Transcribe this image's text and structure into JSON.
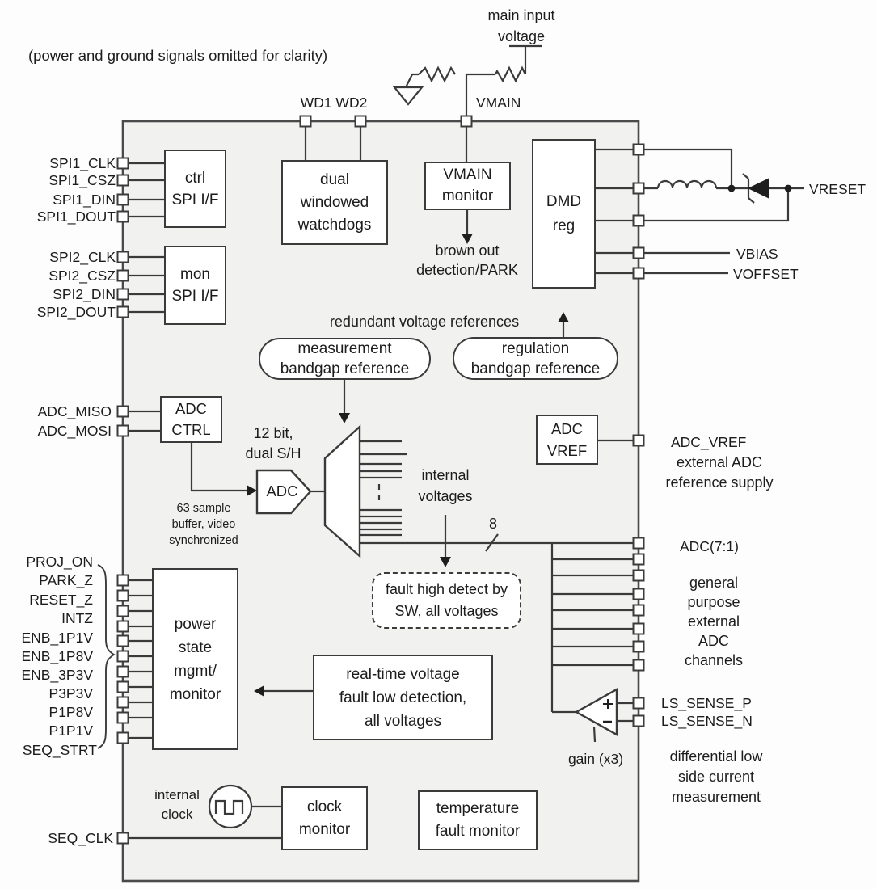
{
  "note": "(power and ground signals omitted for clarity)",
  "top": {
    "main_input_voltage": [
      "main input",
      "voltage"
    ],
    "wd_pins": "WD1 WD2",
    "vmain_pin": "VMAIN"
  },
  "pins": {
    "spi1": [
      "SPI1_CLK",
      "SPI1_CSZ",
      "SPI1_DIN",
      "SPI1_DOUT"
    ],
    "spi2": [
      "SPI2_CLK",
      "SPI2_CSZ",
      "SPI2_DIN",
      "SPI2_DOUT"
    ],
    "adc": [
      "ADC_MISO",
      "ADC_MOSI"
    ],
    "power": [
      "PROJ_ON",
      "PARK_Z",
      "RESET_Z",
      "INTZ",
      "ENB_1P1V",
      "ENB_1P8V",
      "ENB_3P3V",
      "P3P3V",
      "P1P8V",
      "P1P1V",
      "SEQ_STRT"
    ],
    "seq_clk": "SEQ_CLK",
    "vreset": "VRESET",
    "vbias": "VBIAS",
    "voffset": "VOFFSET",
    "adc_vref": "ADC_VREF",
    "adc_bus": "ADC(7:1)",
    "ls_sense_p": "LS_SENSE_P",
    "ls_sense_n": "LS_SENSE_N"
  },
  "blocks": {
    "ctrl_spi": [
      "ctrl",
      "SPI I/F"
    ],
    "mon_spi": [
      "mon",
      "SPI I/F"
    ],
    "watchdogs": [
      "dual",
      "windowed",
      "watchdogs"
    ],
    "vmain_monitor": [
      "VMAIN",
      "monitor"
    ],
    "dmd_reg": [
      "DMD",
      "reg"
    ],
    "adc_ctrl": [
      "ADC",
      "CTRL"
    ],
    "adc": "ADC",
    "adc_vref": [
      "ADC",
      "VREF"
    ],
    "meas_bandgap": [
      "measurement",
      "bandgap  reference"
    ],
    "reg_bandgap": [
      "regulation",
      "bandgap  reference"
    ],
    "power_state": [
      "power",
      "state",
      "mgmt/",
      "monitor"
    ],
    "fault_low": [
      "real-time voltage",
      "fault low detection,",
      "all voltages"
    ],
    "fault_high": [
      "fault high detect by",
      "SW, all voltages"
    ],
    "clock_monitor": [
      "clock",
      "monitor"
    ],
    "temp_monitor": [
      "temperature",
      "fault monitor"
    ]
  },
  "annotations": {
    "redundant": "redundant voltage references",
    "adc_spec": [
      "12 bit,",
      "dual S/H"
    ],
    "sample_buffer": [
      "63 sample",
      "buffer, video",
      "synchronized"
    ],
    "internal_voltages": [
      "internal",
      "voltages"
    ],
    "bus_width": "8",
    "brown_out": [
      "brown out",
      "detection/PARK"
    ],
    "internal_clock": [
      "internal",
      "clock"
    ],
    "gain": "gain (x3)",
    "ext_adc_ref": [
      "external ADC",
      "reference supply"
    ],
    "gp_adc": [
      "general",
      "purpose",
      "external",
      "ADC",
      "channels"
    ],
    "diff_current": [
      "differential low",
      "side current",
      "measurement"
    ]
  }
}
